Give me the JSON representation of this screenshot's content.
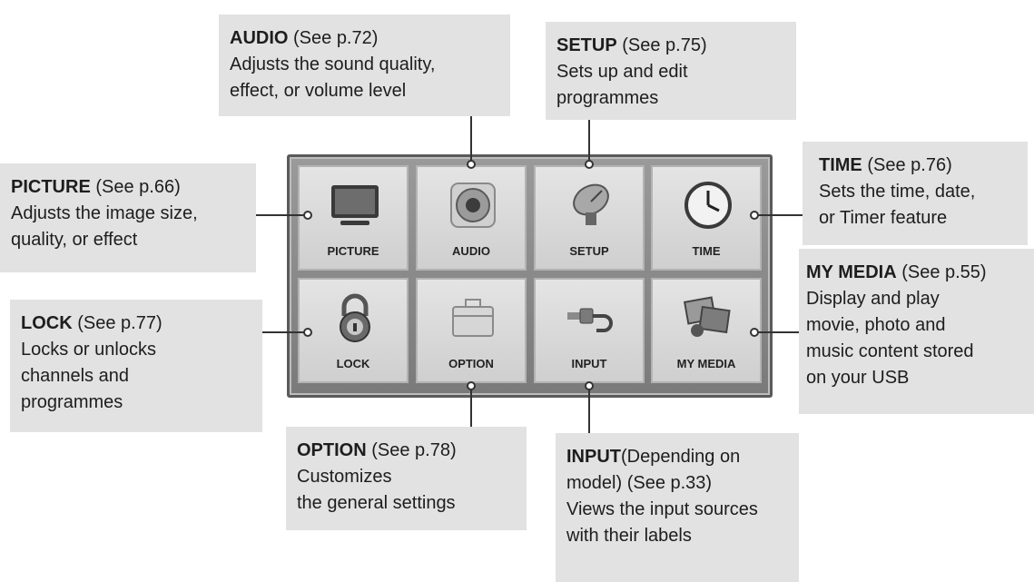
{
  "menu": {
    "tiles": [
      {
        "label": "PICTURE",
        "icon": "monitor-icon"
      },
      {
        "label": "AUDIO",
        "icon": "speaker-icon"
      },
      {
        "label": "SETUP",
        "icon": "satellite-dish-icon"
      },
      {
        "label": "TIME",
        "icon": "clock-icon"
      },
      {
        "label": "LOCK",
        "icon": "padlock-icon"
      },
      {
        "label": "OPTION",
        "icon": "toolbox-icon"
      },
      {
        "label": "INPUT",
        "icon": "cable-plug-icon"
      },
      {
        "label": "MY MEDIA",
        "icon": "photos-icon"
      }
    ]
  },
  "callouts": {
    "audio": {
      "title": "AUDIO",
      "ref": " (See p.72)",
      "desc": [
        "Adjusts the sound quality,",
        "effect, or volume level"
      ]
    },
    "setup": {
      "title": "SETUP",
      "ref": " (See p.75)",
      "desc": [
        "Sets up and edit",
        "programmes"
      ]
    },
    "time": {
      "title": "TIME",
      "ref": " (See p.76)",
      "desc": [
        "Sets the time, date,",
        "or Timer feature"
      ]
    },
    "picture": {
      "title": "PICTURE",
      "ref": " (See p.66)",
      "desc": [
        "Adjusts the image size,",
        "quality, or effect"
      ]
    },
    "mymedia": {
      "title": "MY MEDIA",
      "ref": " (See p.55)",
      "desc": [
        "Display and play",
        "movie, photo and",
        "music content stored",
        "on your USB"
      ]
    },
    "lock": {
      "title": "LOCK",
      "ref": " (See p.77)",
      "desc": [
        "Locks or unlocks",
        "channels and",
        "programmes"
      ]
    },
    "option": {
      "title": "OPTION",
      "ref": " (See p.78)",
      "desc": [
        "Customizes",
        "the general settings"
      ]
    },
    "input": {
      "title": "INPUT",
      "ref": "(Depending on",
      "desc": [
        "model)  (See p.33)",
        "Views the input sources",
        "with their labels"
      ]
    }
  },
  "colors": {
    "callout_bg": "#e2e2e2",
    "tv_frame": "#7a7a7a",
    "tile_bg": "#d9d9d9",
    "leader": "#333333"
  }
}
